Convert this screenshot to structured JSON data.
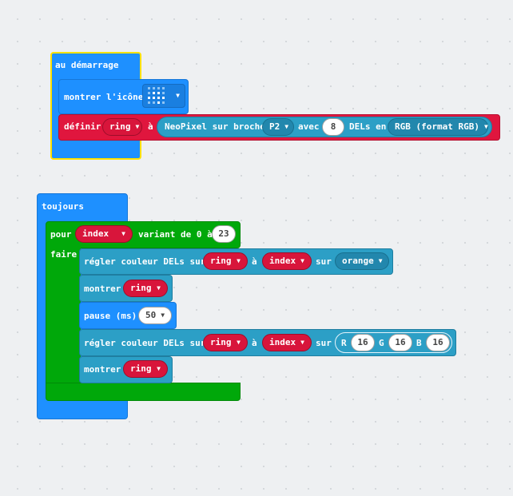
{
  "on_start": {
    "label": "au démarrage",
    "show_icon": {
      "label": "montrer l'icône",
      "icon": "small-heart-led-icon"
    },
    "set_strip": {
      "define_label": "définir",
      "variable": "ring",
      "to_label": "à",
      "neopixel_label": "NeoPixel sur broche",
      "pin": "P2",
      "with_label": "avec",
      "count": "8",
      "leds_label": "DELs en",
      "mode": "RGB (format RGB)"
    }
  },
  "forever": {
    "label": "toujours",
    "loop": {
      "for_label": "pour",
      "var": "index",
      "range_label": "variant de 0 à",
      "max": "23",
      "do_label": "faire"
    },
    "stmt1": {
      "label": "régler couleur DELs sur",
      "strip": "ring",
      "at_label": "à",
      "index": "index",
      "on_label": "sur",
      "color": "orange"
    },
    "stmt2": {
      "label": "montrer",
      "strip": "ring"
    },
    "stmt3": {
      "label": "pause (ms)",
      "value": "50"
    },
    "stmt4": {
      "label": "régler couleur DELs sur",
      "strip": "ring",
      "at_label": "à",
      "index": "index",
      "on_label": "sur",
      "r_label": "R",
      "r": "16",
      "g_label": "G",
      "g": "16",
      "b_label": "B",
      "b": "16"
    },
    "stmt5": {
      "label": "montrer",
      "strip": "ring"
    }
  },
  "colors": {
    "basic_blue": "#1e90ff",
    "neopixel_teal": "#2c9fc6",
    "variable_red": "#e0163e",
    "loop_green": "#00a80a",
    "selection_yellow": "#ffe100"
  }
}
